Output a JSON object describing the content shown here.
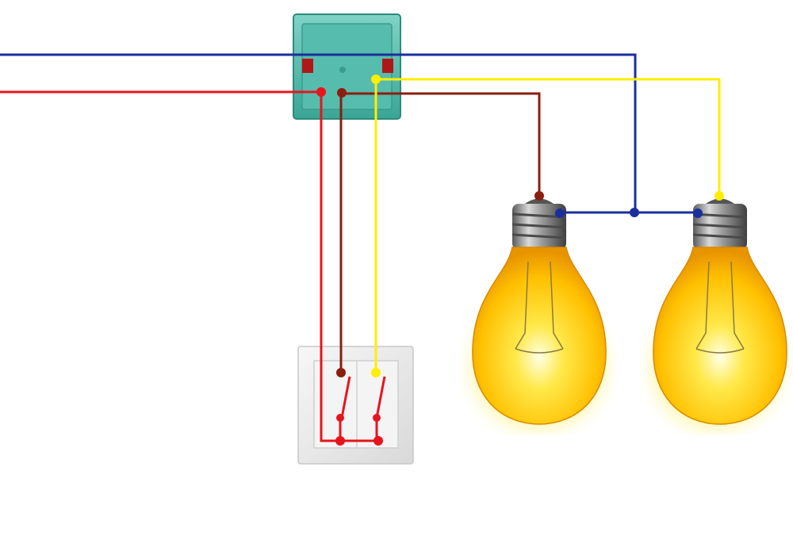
{
  "colors": {
    "background": "#ffffff",
    "phase_wire": "#e8141c",
    "neutral_wire": "#1a2f9c",
    "output_wire_1": "#8b1e0e",
    "output_wire_2": "#ffee00",
    "junction_box": "#4fb8a8",
    "switch_plate": "#eeeeee",
    "bulb_glass": "#ffc400",
    "bulb_glow": "#fff27a",
    "bulb_base": "#8a8a8a"
  },
  "components": {
    "junction_box": "junction-box",
    "switch": "double-gang-switch",
    "lamps": [
      "lamp-1",
      "lamp-2"
    ]
  }
}
